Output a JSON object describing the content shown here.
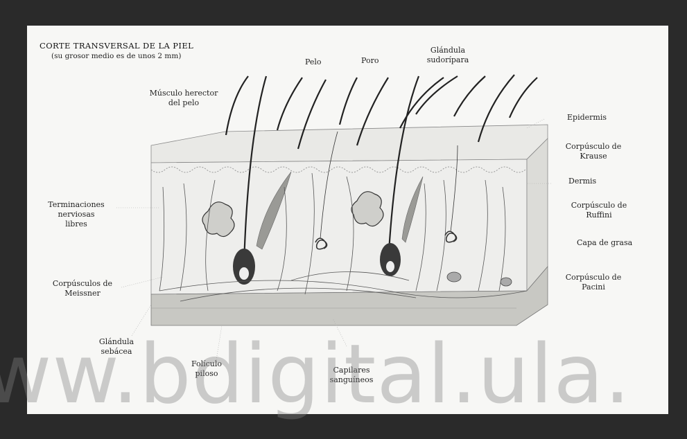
{
  "title": "CORTE TRANSVERSAL DE LA PIEL",
  "subtitle": "(su grosor medio es de unos 2 mm)",
  "labels": {
    "pelo": "Pelo",
    "poro": "Poro",
    "glandula_sudoripara": "Glándula\nsudorípara",
    "musculo_erector": "Músculo herector\ndel pelo",
    "epidermis": "Epidermis",
    "corpusculo_krause": "Corpúsculo de\nKrause",
    "dermis": "Dermis",
    "corpusculo_ruffini": "Corpúsculo de\nRuffini",
    "capa_grasa": "Capa de grasa",
    "corpusculo_pacini": "Corpúsculo de\nPacini",
    "terminaciones": "Terminaciones\nnerviosas\nlibres",
    "corpusculos_meissner": "Corpúsculos de\nMeissner",
    "glandula_sebacea": "Glándula\nsebácea",
    "foliculo_piloso": "Folículo\npiloso",
    "capilares": "Capilares\nsanguíneos"
  },
  "watermark": "ww.bdigital.ula."
}
